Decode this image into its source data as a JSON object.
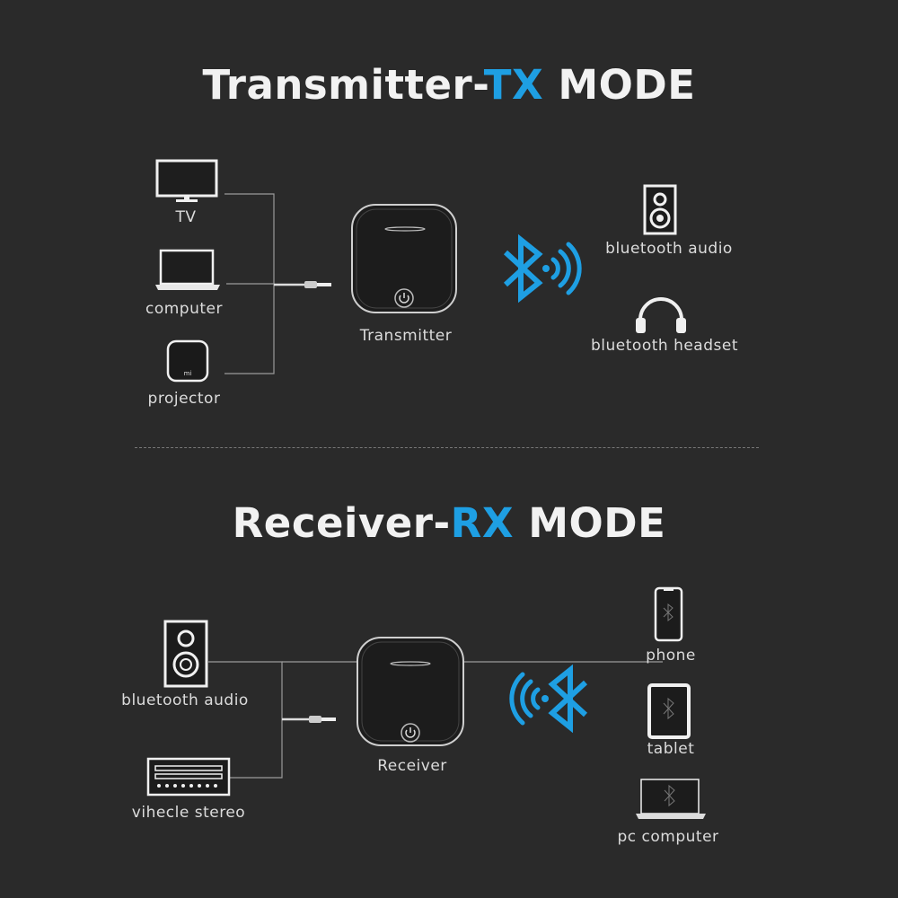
{
  "tx": {
    "title_main": "Transmitter-",
    "title_accent": "TX",
    "title_end": " MODE",
    "sources": [
      "TV",
      "computer",
      "projector"
    ],
    "device_label": "Transmitter",
    "outputs": [
      "bluetooth audio",
      "bluetooth headset"
    ],
    "projector_logo": "mi"
  },
  "rx": {
    "title_main": "Receiver-",
    "title_accent": "RX",
    "title_end": " MODE",
    "outputs": [
      "bluetooth audio",
      "vihecle stereo"
    ],
    "device_label": "Receiver",
    "sources": [
      "phone",
      "tablet",
      "pc computer"
    ]
  },
  "colors": {
    "background": "#2a2a2a",
    "accent": "#1e9fe3",
    "line": "#9a9a9a"
  }
}
